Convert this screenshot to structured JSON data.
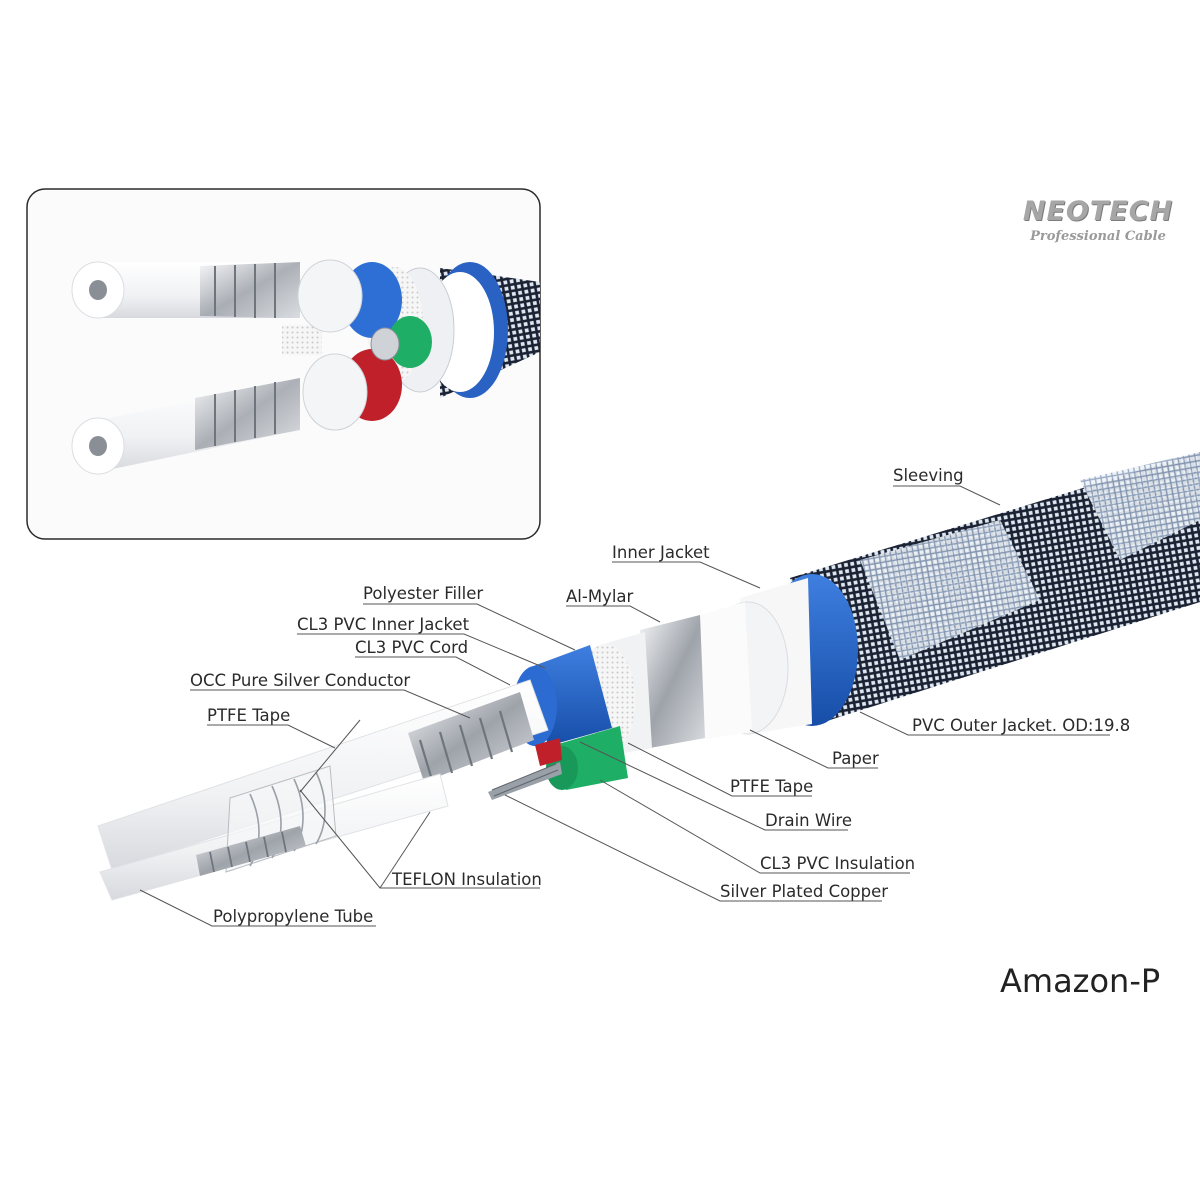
{
  "brand": {
    "name": "NEOTECH",
    "tagline": "Professional Cable"
  },
  "model": "Amazon-P",
  "labels": {
    "sleeving": "Sleeving",
    "inner_jacket": "Inner Jacket",
    "polyester_filler": "Polyester Filler",
    "al_mylar": "Al-Mylar",
    "cl3_pvc_inner_jacket": "CL3 PVC Inner Jacket",
    "cl3_pvc_cord": "CL3 PVC Cord",
    "occ_pure_silver_conductor": "OCC Pure Silver Conductor",
    "ptfe_tape_left": "PTFE Tape",
    "pvc_outer_jacket": "PVC Outer Jacket. OD:19.8",
    "paper": "Paper",
    "ptfe_tape_right": "PTFE Tape",
    "drain_wire": "Drain Wire",
    "cl3_pvc_insulation": "CL3 PVC Insulation",
    "teflon_insulation": "TEFLON Insulation",
    "silver_plated_copper": "Silver Plated Copper",
    "polypropylene_tube": "Polypropylene Tube"
  },
  "colors": {
    "outer_jacket_blue": "#1f5fc9",
    "sleeving_dark": "#1e2535",
    "sleeving_light": "#dde7f2",
    "green_cord": "#1fae66",
    "red_jacket": "#c0202a",
    "conductor_silver": "#b8bcc2",
    "leader_line": "#555555"
  }
}
